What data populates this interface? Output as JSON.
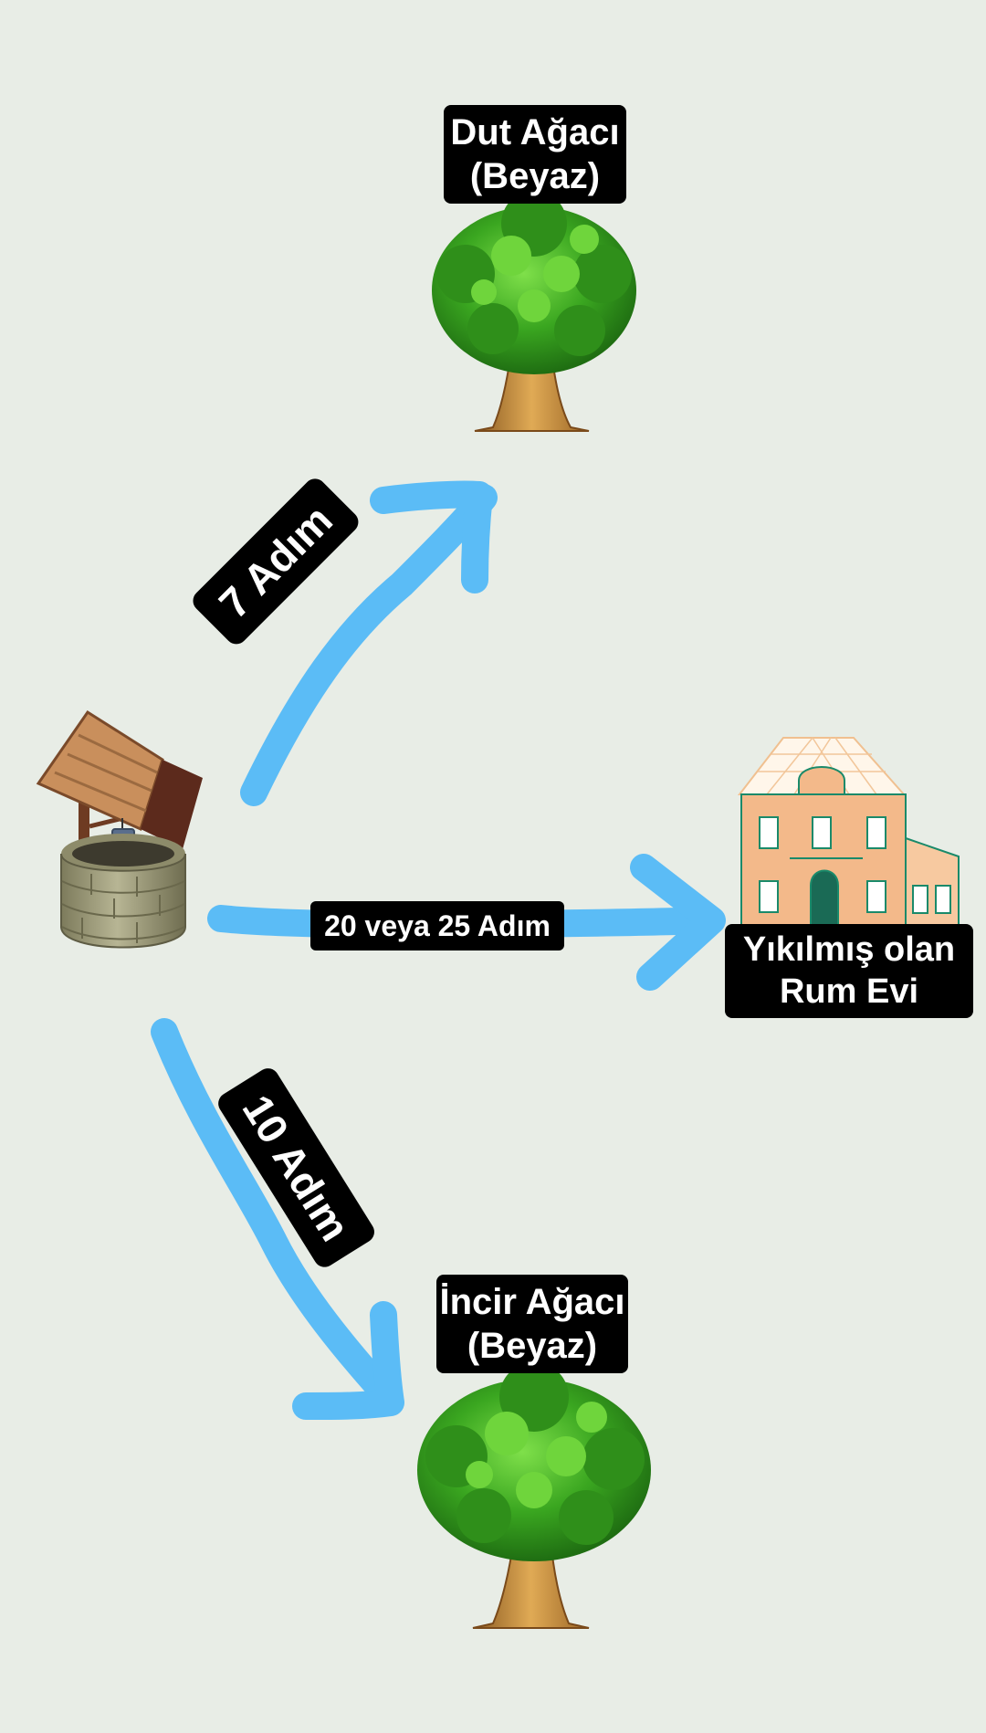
{
  "colors": {
    "background": "#e8ede6",
    "arrow": "#5bbcf6",
    "label_bg": "#000000",
    "label_text": "#ffffff",
    "foliage": "#3aa620",
    "trunk": "#c9923e",
    "wall_stone": "#9c9a78",
    "roof_wood": "#c98f5c",
    "house_fill": "#f3b98a",
    "house_line": "#1a8a6a"
  },
  "well": {
    "icon": "wishing-well-icon"
  },
  "nodes": {
    "mulberry": {
      "line1": "Dut Ağacı",
      "line2": "(Beyaz)",
      "icon": "tree-icon"
    },
    "house": {
      "line1": "Yıkılmış olan",
      "line2": "Rum Evi",
      "icon": "house-icon"
    },
    "fig": {
      "line1": "İncir Ağacı",
      "line2": "(Beyaz)",
      "icon": "tree-icon"
    }
  },
  "edges": {
    "to_mulberry": {
      "label": "7 Adım"
    },
    "to_house": {
      "label": "20 veya 25 Adım"
    },
    "to_fig": {
      "label": "10 Adım"
    }
  }
}
